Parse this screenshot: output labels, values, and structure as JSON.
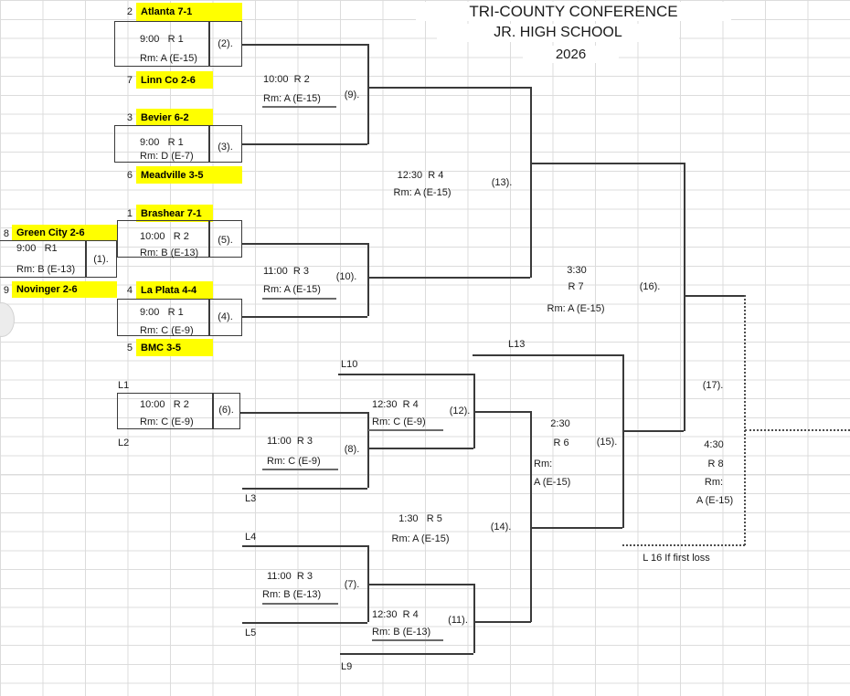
{
  "title": {
    "line1": "TRI-COUNTY CONFERENCE",
    "line2": "JR. HIGH SCHOOL",
    "line3": "2026"
  },
  "colors": {
    "team_highlight": "#ffff00",
    "bracket_line": "#3a3a3a",
    "gridline": "#dcdcdc"
  },
  "teams": {
    "atlanta": {
      "seed": "2",
      "name": "Atlanta 7-1"
    },
    "linn_co": {
      "seed": "7",
      "name": "Linn Co 2-6"
    },
    "bevier": {
      "seed": "3",
      "name": "Bevier 6-2"
    },
    "meadville": {
      "seed": "6",
      "name": "Meadville 3-5"
    },
    "brashear": {
      "seed": "1",
      "name": "Brashear 7-1"
    },
    "green_city": {
      "seed": "8",
      "name": "Green City 2-6"
    },
    "novinger": {
      "seed": "9",
      "name": "Novinger 2-6"
    },
    "la_plata": {
      "seed": "4",
      "name": "La Plata 4-4"
    },
    "bmc": {
      "seed": "5",
      "name": "BMC 3-5"
    }
  },
  "games": {
    "g1": {
      "label": "(1).",
      "time": "9:00   R1",
      "room": "Rm: B (E-13)"
    },
    "g2": {
      "label": "(2).",
      "time": "9:00   R 1",
      "room": "Rm: A (E-15)"
    },
    "g3": {
      "label": "(3).",
      "time": "9:00   R 1",
      "room": "Rm: D (E-7)"
    },
    "g4": {
      "label": "(4).",
      "time": "9:00   R 1",
      "room": "Rm: C (E-9)"
    },
    "g5": {
      "label": "(5).",
      "time": "10:00   R 2",
      "room": "Rm: B (E-13)"
    },
    "g6": {
      "label": "(6).",
      "time": "10:00   R 2",
      "room": "Rm: C (E-9)"
    },
    "g7": {
      "label": "(7).",
      "time": "11:00  R 3",
      "room": "Rm: B (E-13)"
    },
    "g8": {
      "label": "(8).",
      "time": "11:00  R 3",
      "room": "Rm: C (E-9)"
    },
    "g9": {
      "label": "(9).",
      "time": "10:00  R 2",
      "room": "Rm: A (E-15)"
    },
    "g10": {
      "label": "(10).",
      "time": "11:00  R 3",
      "room": "Rm: A (E-15)"
    },
    "g11": {
      "label": "(11).",
      "time": "12:30  R 4",
      "room": "Rm: B (E-13)"
    },
    "g12": {
      "label": "(12).",
      "time": "12:30  R 4",
      "room": "Rm: C (E-9)"
    },
    "g13": {
      "label": "(13).",
      "time": "12:30  R 4",
      "room": "Rm: A (E-15)"
    },
    "g14": {
      "label": "(14).",
      "time": "1:30   R 5",
      "room": "Rm: A (E-15)"
    },
    "g15": {
      "label": "(15).",
      "time": "2:30",
      "round": "R 6",
      "room_prefix": "Rm:",
      "room_value": "A (E-15)"
    },
    "g16": {
      "label": "(16).",
      "time": "3:30",
      "round": "R 7",
      "room": "Rm: A (E-15)"
    },
    "g17": {
      "label": "(17).",
      "time": "4:30",
      "round": "R 8",
      "room_prefix": "Rm:",
      "room_value": "A (E-15)"
    }
  },
  "loser_slots": {
    "l1": "L1",
    "l2": "L2",
    "l3": "L3",
    "l4": "L4",
    "l5": "L5",
    "l9": "L9",
    "l10": "L10",
    "l13": "L13"
  },
  "notes": {
    "l16": "L 16 If first loss"
  }
}
